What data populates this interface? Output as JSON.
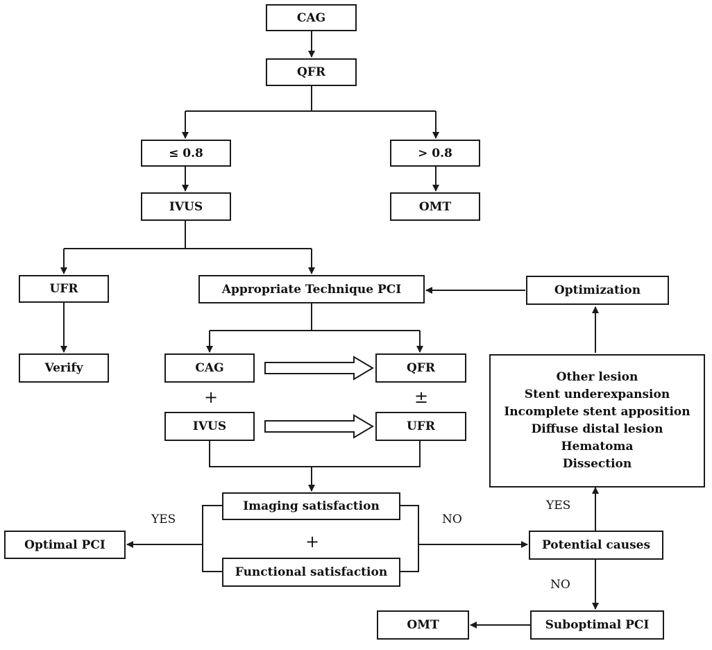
{
  "nodes": {
    "cag_top": "CAG",
    "qfr_top": "QFR",
    "le08": "≤ 0.8",
    "gt08": "> 0.8",
    "ivus_top": "IVUS",
    "omt_right": "OMT",
    "ufr_left": "UFR",
    "atpci": "Appropriate Technique PCI",
    "optimization": "Optimization",
    "verify": "Verify",
    "cag_mid": "CAG",
    "qfr_mid": "QFR",
    "ivus_mid": "IVUS",
    "ufr_mid": "UFR",
    "causes_list": [
      "Other lesion",
      "Stent underexpansion",
      "Incomplete stent apposition",
      "Diffuse distal lesion",
      "Hematoma",
      "Dissection"
    ],
    "imaging_sat": "Imaging satisfaction",
    "functional_sat": "Functional satisfaction",
    "optimal_pci": "Optimal PCI",
    "potential_causes": "Potential causes",
    "omt_bottom": "OMT",
    "suboptimal_pci": "Suboptimal PCI"
  },
  "labels": {
    "plus_mid": "+",
    "plusminus": "±",
    "plus_sat": "+",
    "yes_left": "YES",
    "no_right": "NO",
    "yes_right": "YES",
    "no_bottom": "NO"
  }
}
